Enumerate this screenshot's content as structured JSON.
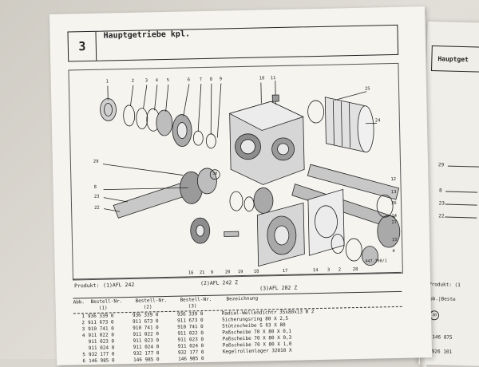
{
  "header": {
    "number": "3",
    "title": "Hauptgetriebe kpl."
  },
  "drawing": {
    "code": "447.390/1",
    "callout_circled": "30",
    "callouts_top": [
      "1",
      "2",
      "3",
      "4",
      "5",
      "6",
      "7",
      "8",
      "9",
      "10",
      "11",
      "25",
      "24"
    ],
    "callouts_left": [
      "29",
      "8",
      "23",
      "22"
    ],
    "callouts_right": [
      "12",
      "13",
      "26",
      "14",
      "27",
      "15",
      "4"
    ],
    "callouts_bottom": [
      "16",
      "21",
      "9",
      "20",
      "19",
      "18",
      "17",
      "14",
      "3",
      "2",
      "28"
    ]
  },
  "produkt": {
    "label": "Produkt:",
    "p1": "(1)AFL 242",
    "p2": "(2)AFL 242 Z",
    "p3": "(3)AFL 282 Z"
  },
  "table": {
    "head_line1": "Abb.|Bestell-Nr.|Bestell-Nr.|Bestell-Nr.|",
    "head_col_abb": "Abb.",
    "head_col_b": "Bestell-Nr.",
    "head_col_txt": "Bezeichnung",
    "head_idx1": "(1)",
    "head_idx2": "(2)",
    "head_idx3": "(3)",
    "rows": [
      {
        "abb": "1",
        "b1": "936 339 0",
        "b2": "936 339 0",
        "b3": "936 339 0",
        "txt": "Radial-Wellendichtr 35x80x13 B 2"
      },
      {
        "abb": "2",
        "b1": "911 673 0",
        "b2": "911 673 0",
        "b3": "911 673 0",
        "txt": "Sicherungsring 80 X 2,5"
      },
      {
        "abb": "3",
        "b1": "910 741 0",
        "b2": "910 741 0",
        "b3": "910 741 0",
        "txt": "Stützscheibe S 63 X 80"
      },
      {
        "abb": "4",
        "b1": "911 022 0",
        "b2": "911 022 0",
        "b3": "911 022 0",
        "txt": "Paßscheibe 70 X 80 X 0,1"
      },
      {
        "abb": "",
        "b1": "911 023 0",
        "b2": "911 023 0",
        "b3": "911 023 0",
        "txt": "Paßscheibe 70 X 80 X 0,3"
      },
      {
        "abb": "",
        "b1": "911 024 0",
        "b2": "911 024 0",
        "b3": "911 024 0",
        "txt": "Paßscheibe 70 X 80 X 1,0"
      },
      {
        "abb": "5",
        "b1": "932 177 0",
        "b2": "932 177 0",
        "b3": "932 177 0",
        "txt": "Kegelrollenlager 32010 X"
      },
      {
        "abb": "6",
        "b1": "146 985 0",
        "b2": "146 985 0",
        "b3": "146 985 0",
        "txt": ""
      }
    ]
  },
  "right_page": {
    "title": "Hauptget",
    "callouts": [
      "29",
      "8",
      "23",
      "22"
    ],
    "produkt": "Produkt: (1",
    "table_head": "Abb.|Beste",
    "table_circled": "30",
    "rows": [
      "146 875",
      "926 101"
    ]
  },
  "colors": {
    "paper": "#f5f4ef",
    "ink": "#1f1f1f",
    "desk": "#d9d6cf"
  }
}
